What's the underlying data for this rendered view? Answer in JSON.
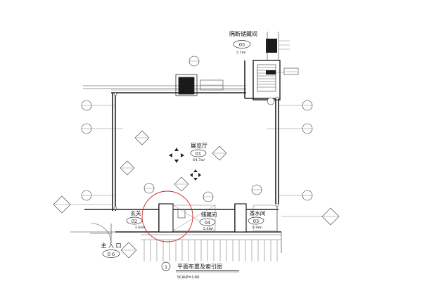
{
  "rooms": [
    {
      "id": "partition",
      "name": "隔断储藏间",
      "number": "05",
      "area": "2.1m²"
    },
    {
      "id": "hall",
      "name": "展览厅",
      "number": "01",
      "area": "64.7m²"
    },
    {
      "id": "foyer",
      "name": "玄关",
      "number": "02",
      "area": "3.6m²"
    },
    {
      "id": "storage",
      "name": "储藏间",
      "number": "04",
      "area": "5.6m²"
    },
    {
      "id": "tea",
      "name": "茶水间",
      "number": "03",
      "area": "3.9m²"
    }
  ],
  "entrance": {
    "label": "主 入 口",
    "number": "0 6"
  },
  "title_block": {
    "index": "1",
    "title": "平面布置及索引图",
    "scale": "SCALE=1:60"
  },
  "colors": {
    "line": "#222222",
    "highlight_circle": "#d62222",
    "dark_fill": "#1a1a1a",
    "hatch": "#555555"
  }
}
